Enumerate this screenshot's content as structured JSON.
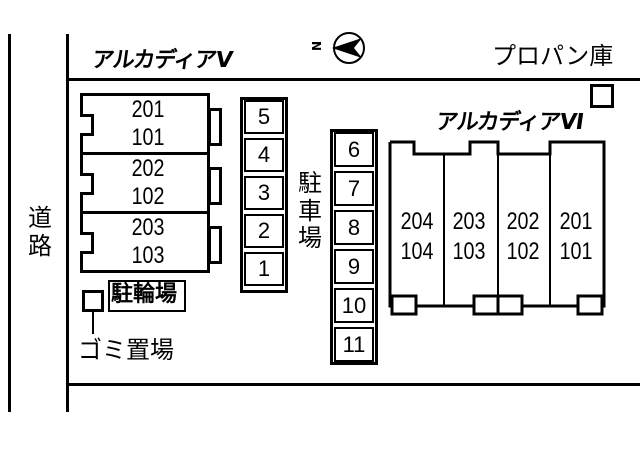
{
  "building_v": {
    "name": "アルカディアV",
    "units": [
      {
        "upper": "201",
        "lower": "101"
      },
      {
        "upper": "202",
        "lower": "102"
      },
      {
        "upper": "203",
        "lower": "103"
      }
    ]
  },
  "building_vi": {
    "name": "アルカディアVI",
    "units": [
      {
        "upper": "204",
        "lower": "104"
      },
      {
        "upper": "203",
        "lower": "103"
      },
      {
        "upper": "202",
        "lower": "102"
      },
      {
        "upper": "201",
        "lower": "101"
      }
    ]
  },
  "parking": {
    "label": "駐車場",
    "left_column": [
      "5",
      "4",
      "3",
      "2",
      "1"
    ],
    "right_column": [
      "6",
      "7",
      "8",
      "9",
      "10",
      "11"
    ]
  },
  "facilities": {
    "bicycle_parking": "駐輪場",
    "garbage": "ゴミ置場",
    "propane": "プロパン庫"
  },
  "road": "道路",
  "compass": {
    "letter": "N"
  }
}
